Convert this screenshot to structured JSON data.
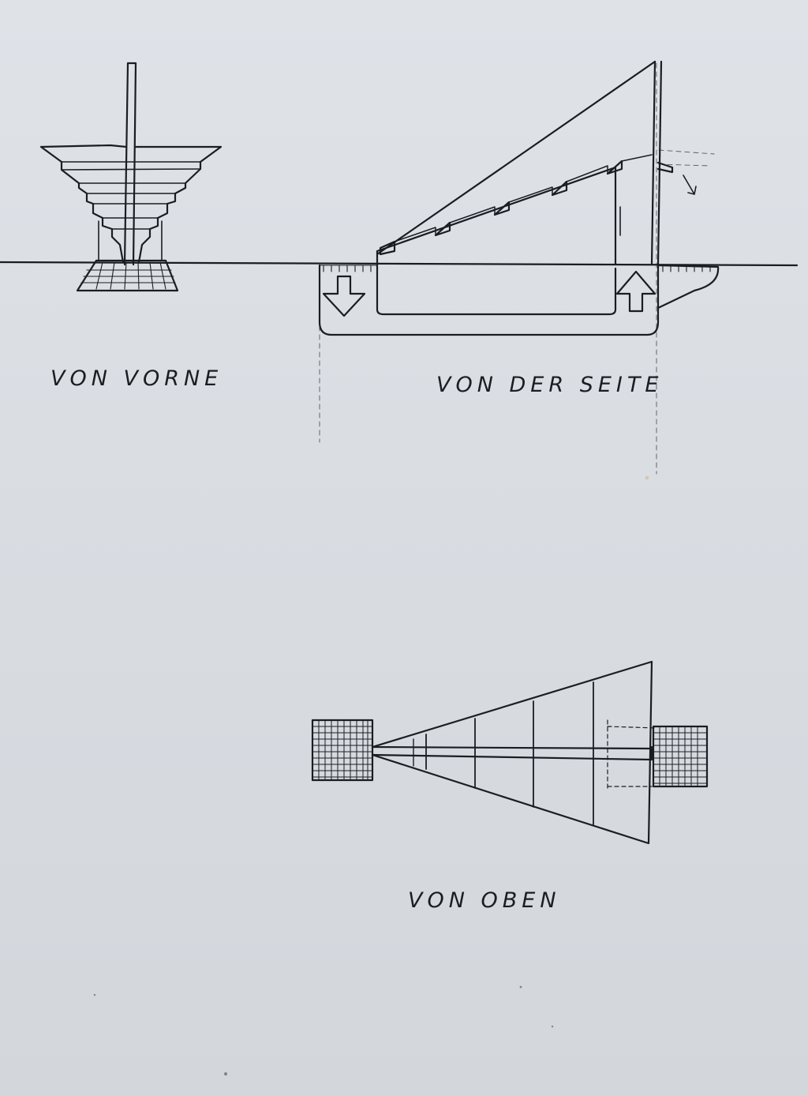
{
  "labels": {
    "front": "VON VORNE",
    "side": "VON DER SEITE",
    "top": "VON OBEN"
  },
  "colors": {
    "paper": "#dde1e6",
    "ink": "#1b1d22"
  }
}
